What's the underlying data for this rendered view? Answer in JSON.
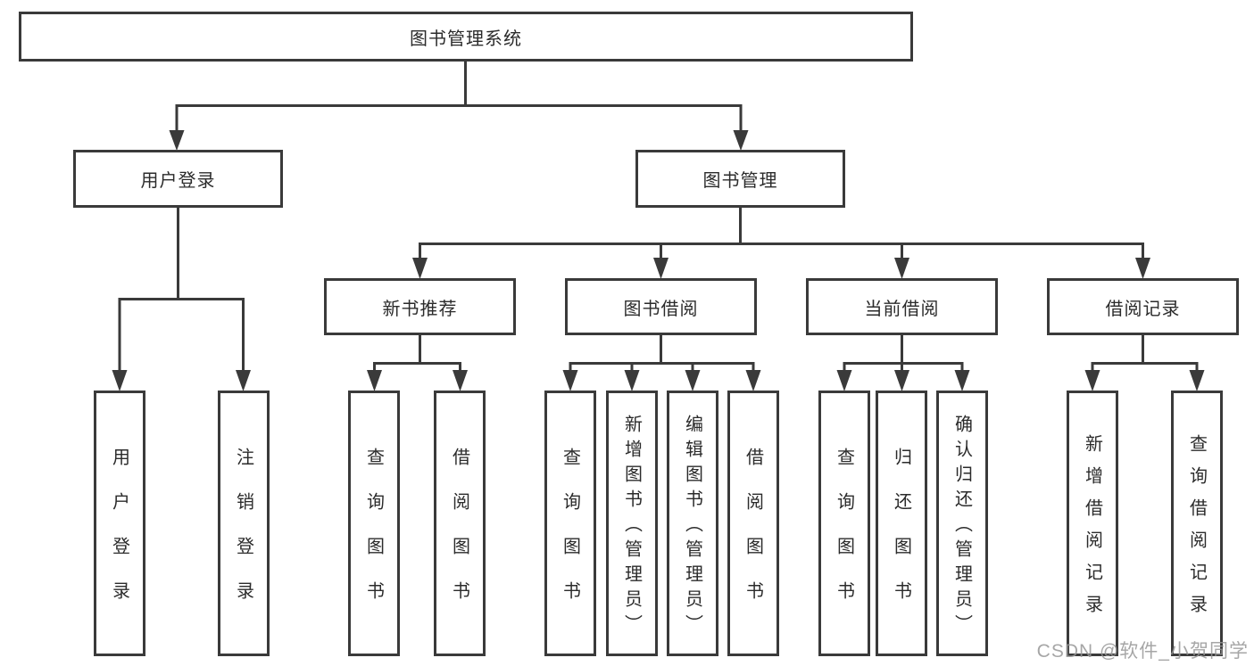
{
  "diagram": {
    "type": "hierarchy-tree",
    "root": {
      "label": "图书管理系统",
      "children": [
        {
          "label": "用户登录",
          "children": [
            {
              "label": "用户登录"
            },
            {
              "label": "注销登录"
            }
          ]
        },
        {
          "label": "图书管理",
          "children": [
            {
              "label": "新书推荐",
              "children": [
                {
                  "label": "查询图书"
                },
                {
                  "label": "借阅图书"
                }
              ]
            },
            {
              "label": "图书借阅",
              "children": [
                {
                  "label": "查询图书"
                },
                {
                  "label": "新增图书（管理员）"
                },
                {
                  "label": "编辑图书（管理员）"
                },
                {
                  "label": "借阅图书"
                }
              ]
            },
            {
              "label": "当前借阅",
              "children": [
                {
                  "label": "查询图书"
                },
                {
                  "label": "归还图书"
                },
                {
                  "label": "确认归还（管理员）"
                }
              ]
            },
            {
              "label": "借阅记录",
              "children": [
                {
                  "label": "新增借阅记录"
                },
                {
                  "label": "查询借阅记录"
                }
              ]
            }
          ]
        }
      ]
    },
    "colors": {
      "line": "#3a3a3a",
      "box_border": "#3a3a3a",
      "box_fill": "#ffffff",
      "text": "#2b2b2b",
      "background": "#ffffff"
    }
  },
  "watermark": {
    "text": "CSDN @软件_小贺同学",
    "color": "#969696"
  }
}
